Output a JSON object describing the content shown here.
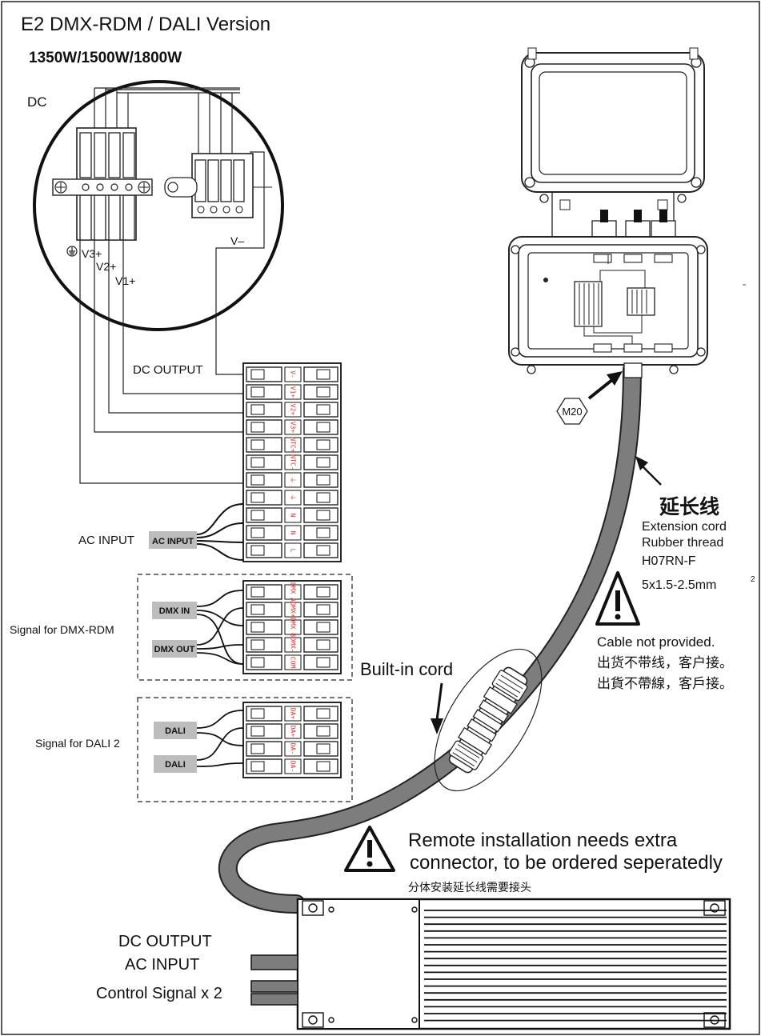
{
  "header": {
    "title": "E2 DMX-RDM / DALI Version",
    "subtitle": "1350W/1500W/1800W"
  },
  "detail": {
    "dc_label": "DC",
    "v3_label": "V3+",
    "v2_label": "V2+",
    "v1_label": "V1+",
    "vminus_label": "V–"
  },
  "terminal": {
    "dc_output_label": "DC OUTPUT",
    "ac_input_label": "AC INPUT",
    "ac_input_box": "AC INPUT",
    "pin_labels": [
      "V-",
      "V1+",
      "V2+",
      "V3+",
      "NTC+",
      "NTC-",
      "⏚",
      "⏚",
      "N",
      "N",
      "L"
    ]
  },
  "dmx": {
    "side_label": "Signal for DMX-RDM",
    "in_box": "DMX IN",
    "out_box": "DMX OUT",
    "pin_labels": [
      "DMX A",
      "DMX+",
      "DMX B",
      "DMX-",
      "COM"
    ]
  },
  "dali": {
    "side_label": "Signal for DALI 2",
    "box1": "DALI",
    "box2": "DALI",
    "pin_labels": [
      "DA+",
      "DA+",
      "DA-",
      "DA-"
    ]
  },
  "junction": {
    "gland_label": "M20"
  },
  "cable": {
    "cn_title": "延长线",
    "en_title": "Extension cord",
    "rubber": "Rubber thread",
    "type": "H07RN-F",
    "spec": "5x1.5-2.5mm",
    "spec_sup": "2",
    "not_provided": "Cable not provided.",
    "cn_simplified": "出货不带线，客户接。",
    "cn_traditional": "出貨不帶線，客戶接。"
  },
  "builtin": {
    "label": "Built-in cord"
  },
  "remote": {
    "line1": "Remote installation needs extra",
    "line2": "connector, to be ordered seperatedly",
    "cn": "分体安装延长线需要接头"
  },
  "driver": {
    "dc_output": "DC OUTPUT",
    "ac_input": "AC INPUT",
    "control_signal": "Control Signal x 2"
  }
}
